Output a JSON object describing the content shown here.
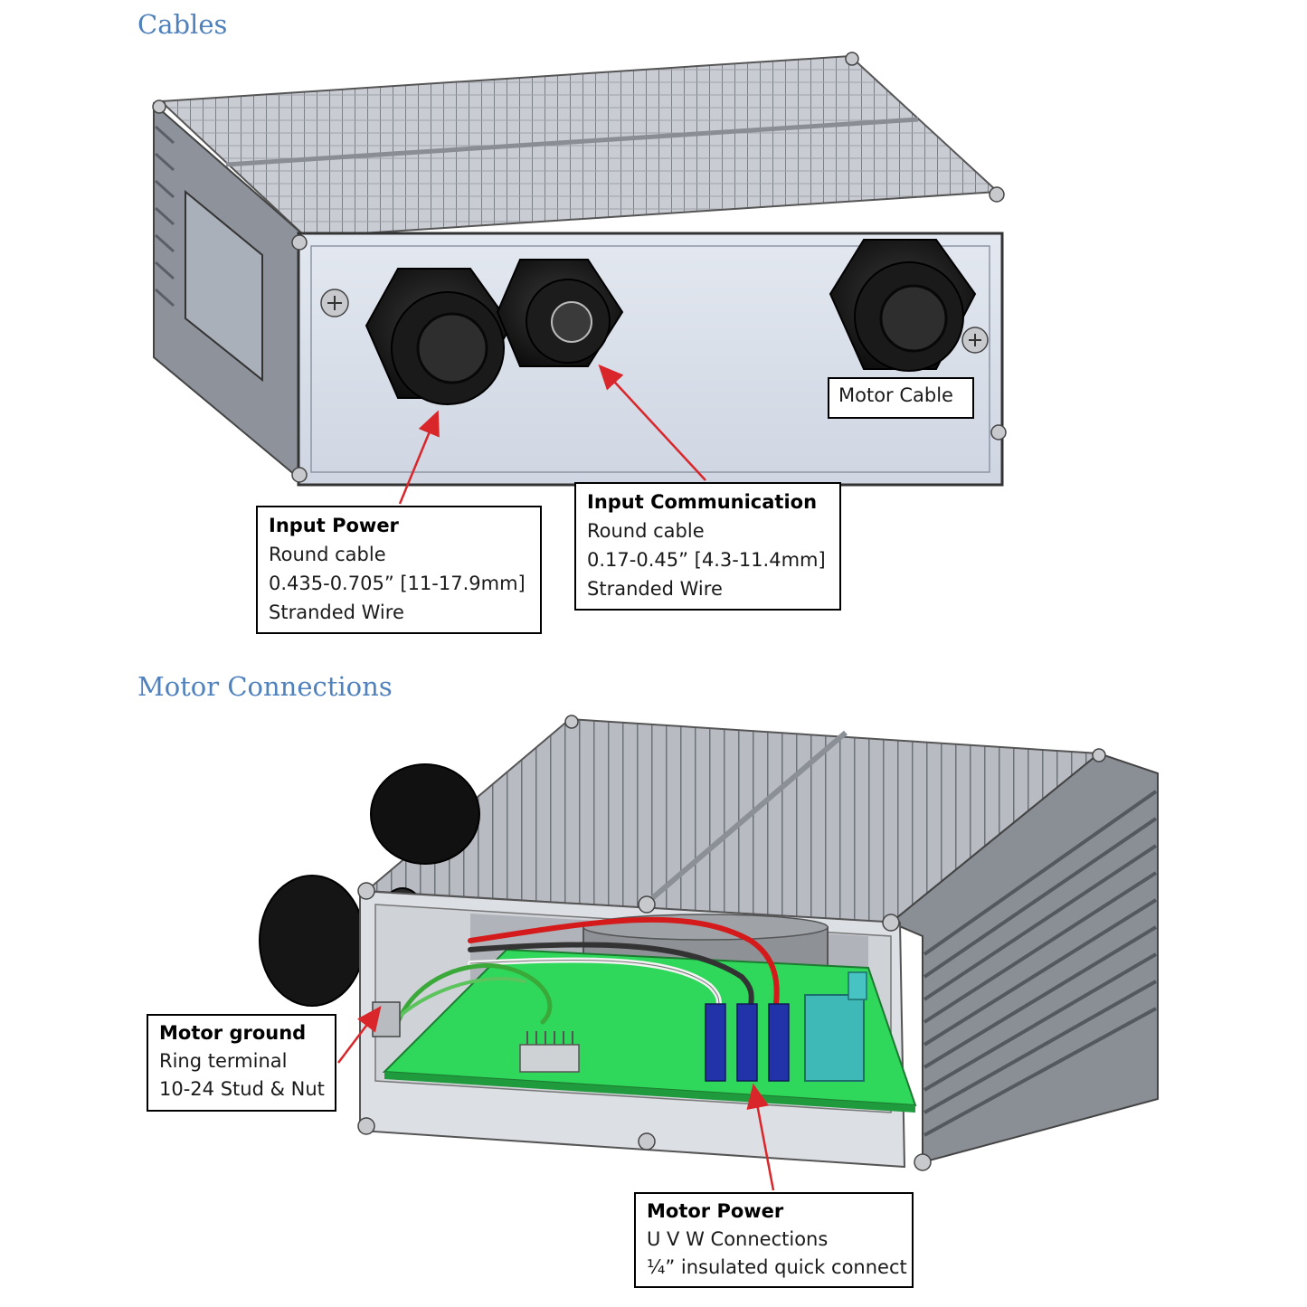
{
  "sections": {
    "cables_title": "Cables",
    "motor_title": "Motor Connections"
  },
  "callouts": {
    "input_power": {
      "heading": "Input Power",
      "lines": [
        "Round cable",
        "0.435-0.705” [11-17.9mm]",
        "Stranded Wire"
      ]
    },
    "input_communication": {
      "heading": "Input Communication",
      "lines": [
        "Round cable",
        "0.17-0.45” [4.3-11.4mm]",
        "Stranded Wire"
      ]
    },
    "motor_cable": {
      "label": "Motor Cable"
    },
    "motor_ground": {
      "heading": "Motor ground",
      "lines": [
        "Ring terminal",
        "10-24 Stud & Nut"
      ]
    },
    "motor_power": {
      "heading": "Motor Power",
      "lines": [
        "U V W Connections",
        "¼” insulated quick connect"
      ]
    }
  },
  "colors": {
    "title": "#4f81bd",
    "arrow": "#d9262b",
    "enclosure_face": "#d6dde8",
    "heatsink": "#a9adb3",
    "gland": "#1c1c1c",
    "pcb": "#2fd85a",
    "terminal": "#2233aa",
    "capacitor": "#3fb8b8",
    "wire_red": "#d41a1a",
    "wire_green": "#3aa93a"
  },
  "icons": [
    "cable-gland-icon",
    "screw-icon",
    "heatsink-icon",
    "pcb-icon",
    "transformer-icon",
    "arrow-icon"
  ]
}
